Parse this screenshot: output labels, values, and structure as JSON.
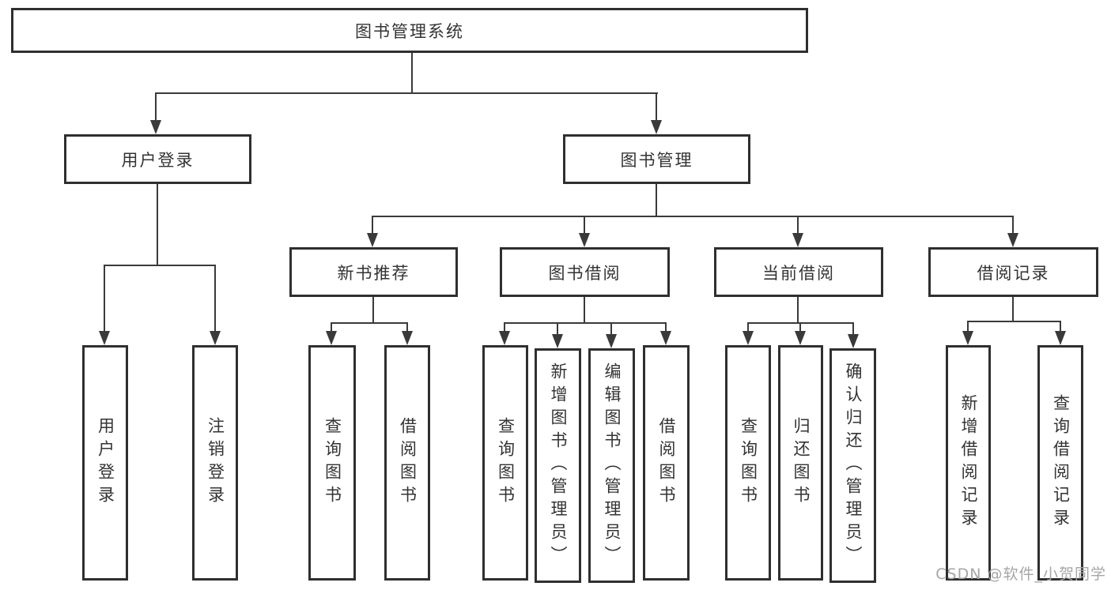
{
  "root": {
    "label": "图书管理系统"
  },
  "branches": {
    "user_login": {
      "label": "用户登录",
      "children": [
        "用户登录",
        "注销登录"
      ]
    },
    "book_management": {
      "label": "图书管理",
      "groups": [
        {
          "label": "新书推荐",
          "children": [
            "查询图书",
            "借阅图书"
          ]
        },
        {
          "label": "图书借阅",
          "children": [
            "查询图书",
            "新增图书（管理员）",
            "编辑图书（管理员）",
            "借阅图书"
          ]
        },
        {
          "label": "当前借阅",
          "children": [
            "查询图书",
            "归还图书",
            "确认归还（管理员）"
          ]
        },
        {
          "label": "借阅记录",
          "children": [
            "新增借阅记录",
            "查询借阅记录"
          ]
        }
      ]
    }
  },
  "watermark": "CSDN @软件_小贺同学",
  "colors": {
    "line": "#3a3a3a",
    "box_border": "#2f2f2f",
    "box_text": "#333333",
    "watermark": "#a6a6a6",
    "background": "#ffffff"
  }
}
